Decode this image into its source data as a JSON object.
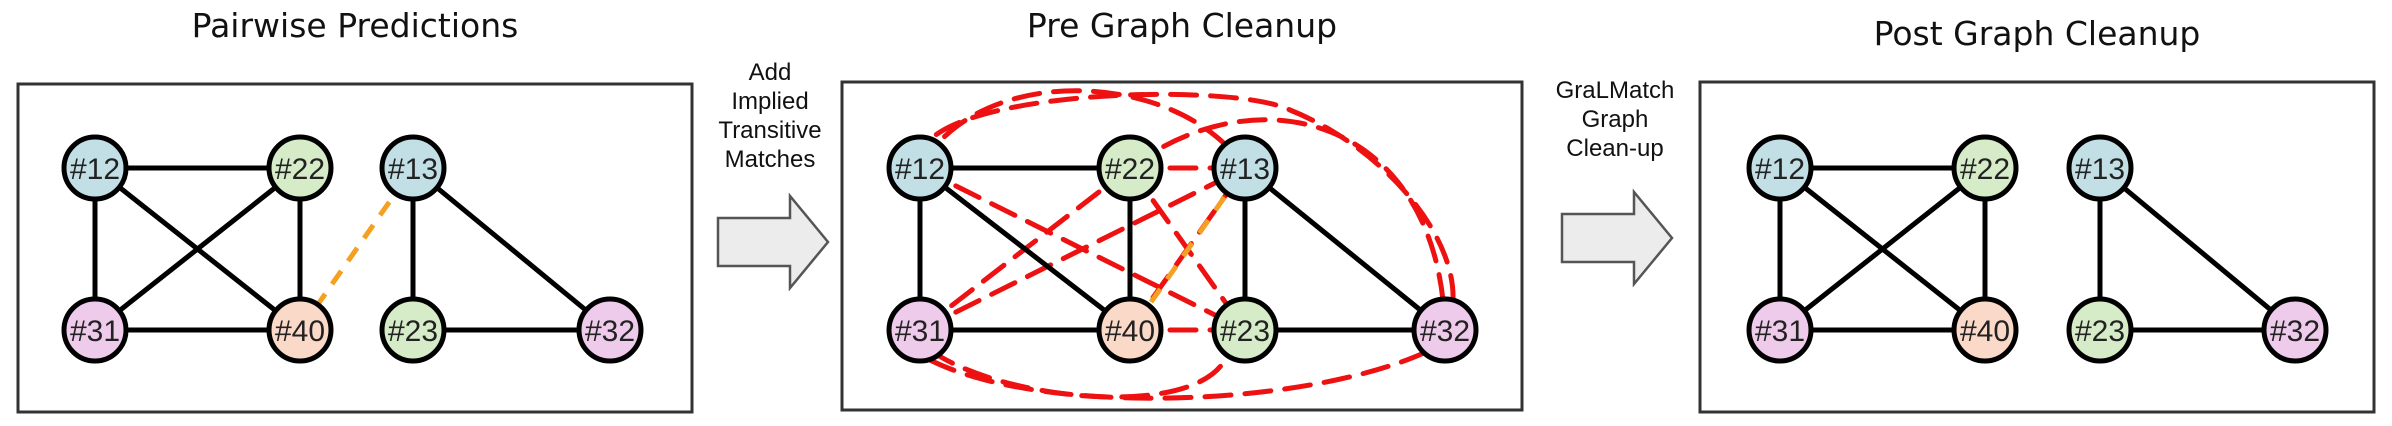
{
  "panels": [
    {
      "title": "Pairwise Predictions",
      "nodes": [
        {
          "label": "#12",
          "color": "#c3dfe6"
        },
        {
          "label": "#22",
          "color": "#d6ecc8"
        },
        {
          "label": "#31",
          "color": "#eecbea"
        },
        {
          "label": "#40",
          "color": "#fad9c8"
        },
        {
          "label": "#13",
          "color": "#c3dfe6"
        },
        {
          "label": "#23",
          "color": "#d6ecc8"
        },
        {
          "label": "#32",
          "color": "#eecbea"
        }
      ]
    },
    {
      "title": "Pre Graph Cleanup",
      "nodes": [
        {
          "label": "#12",
          "color": "#c3dfe6"
        },
        {
          "label": "#22",
          "color": "#d6ecc8"
        },
        {
          "label": "#13",
          "color": "#c3dfe6"
        },
        {
          "label": "#31",
          "color": "#eecbea"
        },
        {
          "label": "#40",
          "color": "#fad9c8"
        },
        {
          "label": "#23",
          "color": "#d6ecc8"
        },
        {
          "label": "#32",
          "color": "#eecbea"
        }
      ]
    },
    {
      "title": "Post Graph Cleanup",
      "nodes": [
        {
          "label": "#12",
          "color": "#c3dfe6"
        },
        {
          "label": "#22",
          "color": "#d6ecc8"
        },
        {
          "label": "#31",
          "color": "#eecbea"
        },
        {
          "label": "#40",
          "color": "#fad9c8"
        },
        {
          "label": "#13",
          "color": "#c3dfe6"
        },
        {
          "label": "#23",
          "color": "#d6ecc8"
        },
        {
          "label": "#32",
          "color": "#eecbea"
        }
      ]
    }
  ],
  "steps": [
    {
      "label_lines": [
        "Add",
        "Implied",
        "Transitive",
        "Matches"
      ]
    },
    {
      "label_lines": [
        "GraLMatch",
        "Graph",
        "Clean-up"
      ]
    }
  ],
  "colors": {
    "edge": "#000000",
    "implied_edge": "#ee1111",
    "removed_edge": "#f5a020",
    "arrow_fill": "#ececec",
    "arrow_stroke": "#555555",
    "frame": "#333333"
  }
}
